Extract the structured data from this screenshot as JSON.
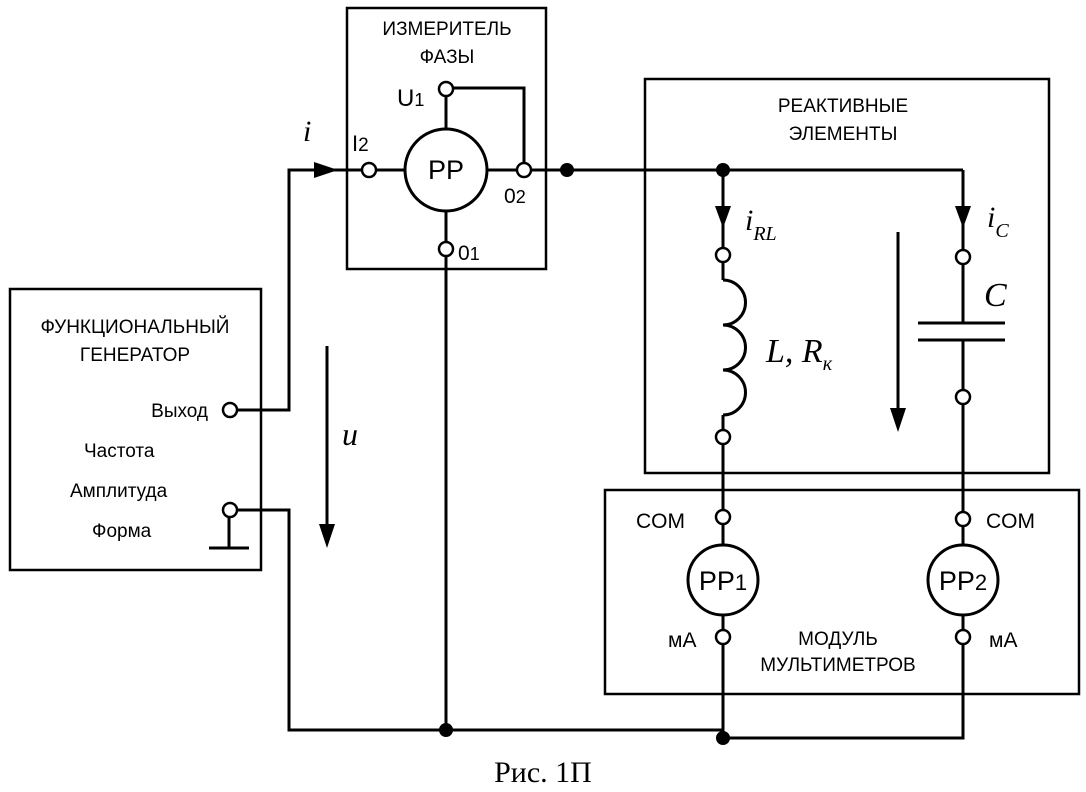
{
  "phase_meter": {
    "title_line1": "ИЗМЕРИТЕЛЬ",
    "title_line2": "ФАЗЫ",
    "meter": "PP",
    "u1_label": "U",
    "u1_sub": "1",
    "i2_label": "I",
    "i2_sub": "2",
    "o2_label": "0",
    "o2_sub": "2",
    "o1_label": "0",
    "o1_sub": "1"
  },
  "reactive": {
    "title_line1": "РЕАКТИВНЫЕ",
    "title_line2": "ЭЛЕМЕНТЫ",
    "irl_main": "i",
    "irl_sub": "RL",
    "ic_main": "i",
    "ic_sub": "C",
    "inductor_label": "L, R",
    "inductor_sub": "к",
    "capacitor_label": "C"
  },
  "generator": {
    "title_line1": "ФУНКЦИОНАЛЬНЫЙ",
    "title_line2": "ГЕНЕРАТОР",
    "output": "Выход",
    "frequency": "Частота",
    "amplitude": "Амплитуда",
    "form": "Форма"
  },
  "multimeters": {
    "title_line1": "МОДУЛЬ",
    "title_line2": "МУЛЬТИМЕТРОВ",
    "com1": "COM",
    "com2": "COM",
    "ma1": "мА",
    "ma2": "мА",
    "meter1": "PP",
    "meter1_sub": "1",
    "meter2": "PP",
    "meter2_sub": "2"
  },
  "current_label": "i",
  "voltage_label": "u",
  "caption": "Рис. 1П"
}
